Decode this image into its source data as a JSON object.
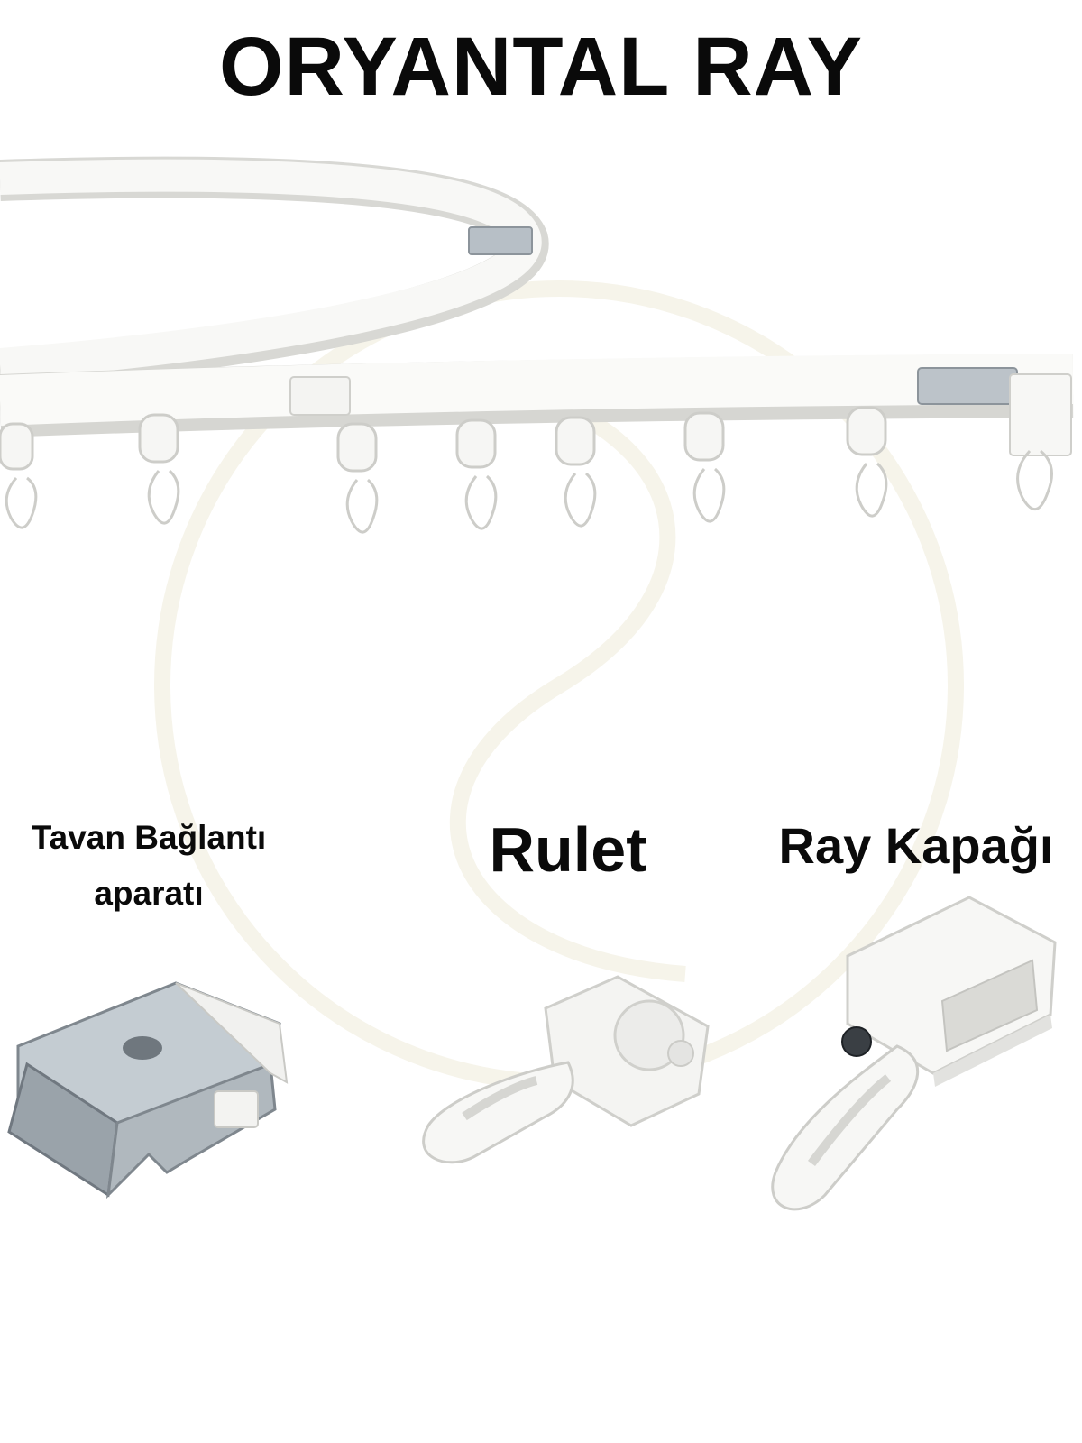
{
  "title": "ORYANTAL RAY",
  "labels": {
    "ceiling_bracket_line1": "Tavan Bağlantı",
    "ceiling_bracket_line2": "aparatı",
    "glider": "Rulet",
    "end_cap": "Ray Kapağı"
  },
  "colors": {
    "rail": "#f7f7f5",
    "rail_shadow": "#d9d9d6",
    "metal": "#aeb6bd",
    "text": "#0a0a0a"
  }
}
